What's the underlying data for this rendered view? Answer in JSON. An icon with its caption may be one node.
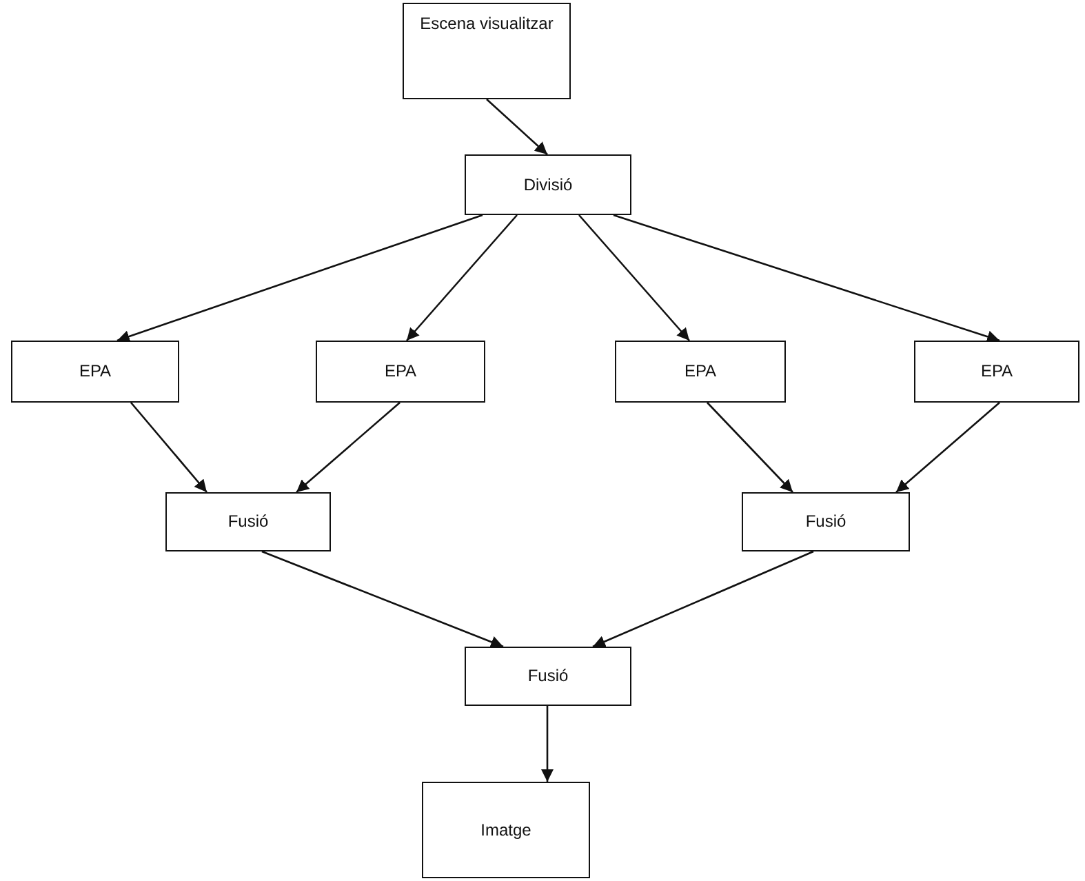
{
  "diagram": {
    "nodes": [
      {
        "text": [
          "Escena visualitzar"
        ]
      },
      {
        "text": [
          "Divisió"
        ]
      },
      {
        "text": [
          "EPA"
        ]
      },
      {
        "text": [
          "EPA"
        ]
      },
      {
        "text": [
          "EPA"
        ]
      },
      {
        "text": [
          "EPA"
        ]
      },
      {
        "text": [
          "Fusió"
        ]
      },
      {
        "text": [
          "Fusió"
        ]
      },
      {
        "text": [
          "Fusió"
        ]
      },
      {
        "text": [
          "Imatge"
        ]
      }
    ],
    "edges": [
      {
        "from": 0,
        "to": 1,
        "arrow": "to"
      },
      {
        "from": 1,
        "to": 2,
        "arrow": "to"
      },
      {
        "from": 1,
        "to": 3,
        "arrow": "to"
      },
      {
        "from": 1,
        "to": 4,
        "arrow": "to"
      },
      {
        "from": 1,
        "to": 5,
        "arrow": "to"
      },
      {
        "from": 2,
        "to": 6,
        "arrow": "to"
      },
      {
        "from": 3,
        "to": 6,
        "arrow": "to"
      },
      {
        "from": 4,
        "to": 7,
        "arrow": "to"
      },
      {
        "from": 5,
        "to": 7,
        "arrow": "to"
      },
      {
        "from": 6,
        "to": 8,
        "arrow": "to"
      },
      {
        "from": 7,
        "to": 8,
        "arrow": "to"
      },
      {
        "from": 8,
        "to": 9,
        "arrow": "to"
      }
    ]
  }
}
